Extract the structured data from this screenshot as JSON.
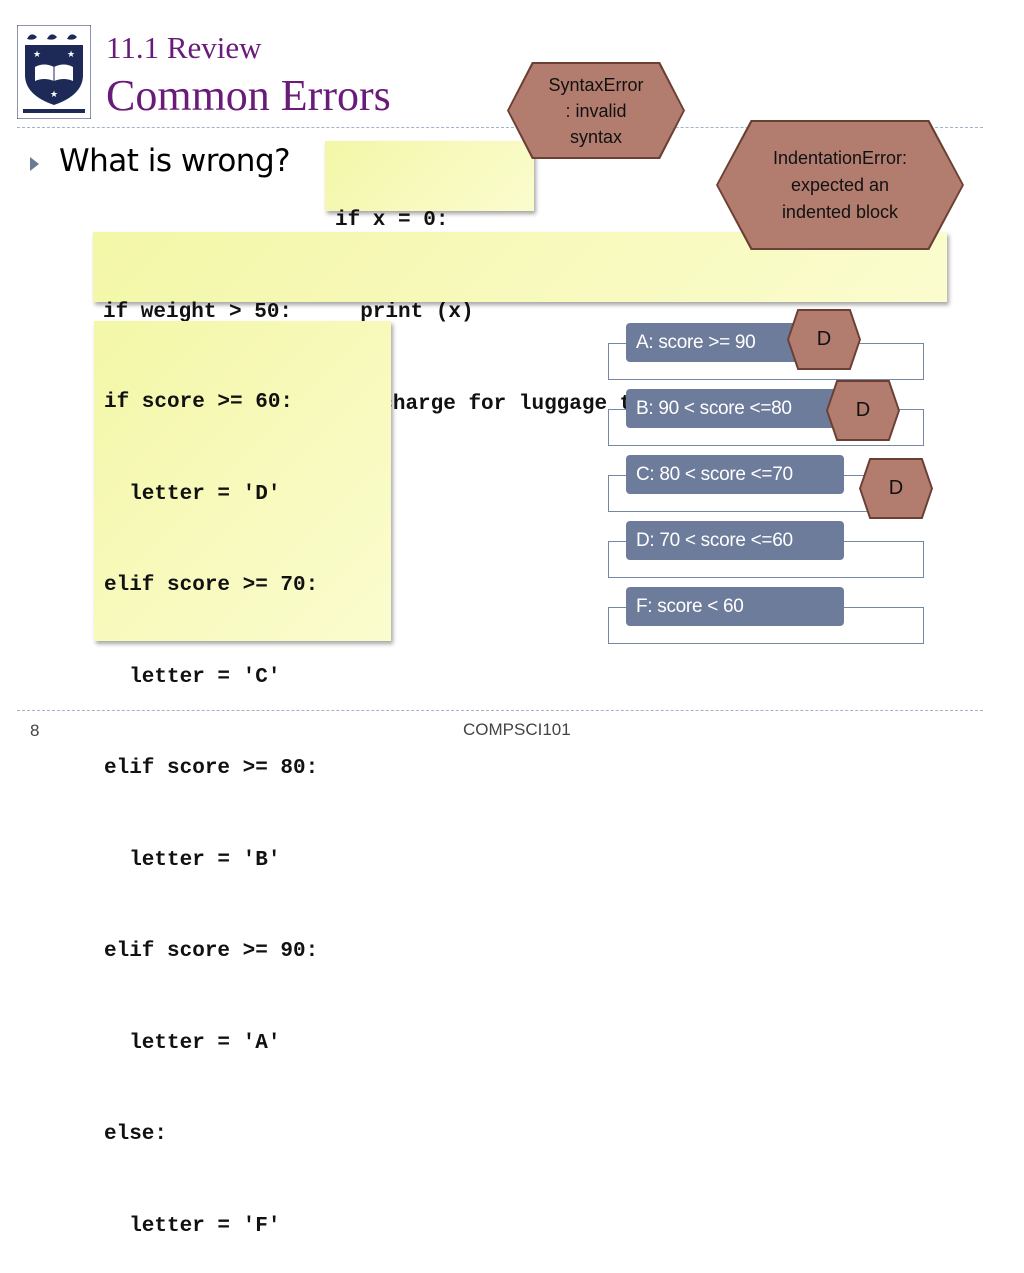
{
  "header": {
    "subtitle": "11.1 Review",
    "title": "Common Errors"
  },
  "bullet": {
    "text": "What is wrong?"
  },
  "code_small": {
    "lines": [
      "if x = 0:",
      "  print (x)"
    ]
  },
  "code_weight": {
    "lines": [
      "if weight > 50:",
      "print(\"There is a $25 charge for luggage that heavy.\")"
    ]
  },
  "code_score": {
    "lines": [
      "if score >= 60:",
      "  letter = 'D'",
      "elif score >= 70:",
      "  letter = 'C'",
      "elif score >= 80:",
      "  letter = 'B'",
      "elif score >= 90:",
      "  letter = 'A'",
      "else:",
      "  letter = 'F'"
    ]
  },
  "callouts": {
    "syntax_error": "SyntaxError\n: invalid\nsyntax",
    "indentation_error": "IndentationError:\nexpected an\nindented block"
  },
  "options": [
    {
      "label": "A: score >= 90"
    },
    {
      "label": "B: 90 < score <=80"
    },
    {
      "label": "C: 80 < score <=70"
    },
    {
      "label": "D: 70 < score <=60"
    },
    {
      "label": "F: score < 60"
    }
  ],
  "answers": {
    "a": "D",
    "b": "D",
    "c": "D"
  },
  "footer": {
    "page_number": "8",
    "course": "COMPSCI101"
  },
  "colors": {
    "title": "#6a1b7a",
    "code_bg": "#f3f7a7",
    "hexagon": "#b27d6e",
    "option_label": "#6e7c9c"
  }
}
